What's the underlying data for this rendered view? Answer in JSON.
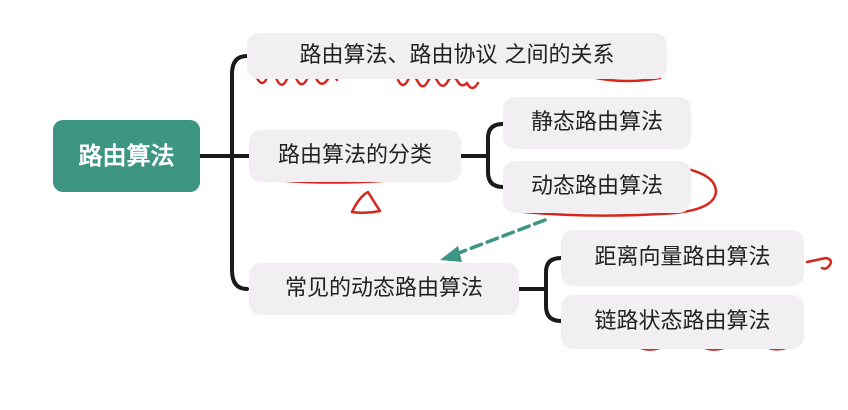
{
  "mindmap": {
    "root": "路由算法",
    "relation": "路由算法、路由协议 之间的关系",
    "classification": {
      "label": "路由算法的分类",
      "children": [
        "静态路由算法",
        "动态路由算法"
      ]
    },
    "common": {
      "label": "常见的动态路由算法",
      "children": [
        "距离向量路由算法",
        "链路状态路由算法"
      ]
    }
  },
  "colors": {
    "root_fill": "#3d9584",
    "node_fill": "#f1eff2",
    "connector": "#1a1a1a",
    "annotation_ink": "#d9261c",
    "dashed_arrow": "#3d9584"
  }
}
